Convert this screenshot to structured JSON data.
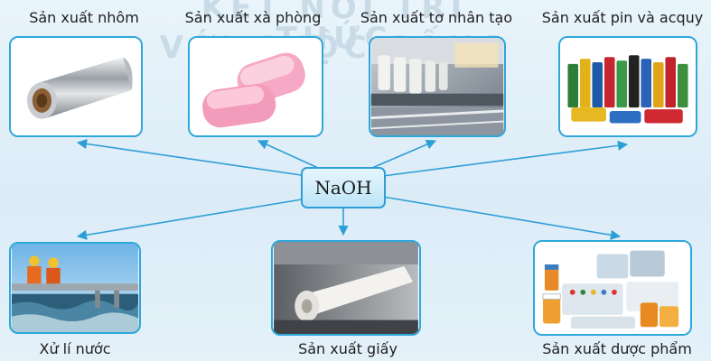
{
  "watermark": {
    "line1": "KẾT NỐI TRI THỨC",
    "line2": "VỚI CUỘC SỐNG"
  },
  "center": {
    "label": "NaOH"
  },
  "applications": [
    {
      "id": "aluminium",
      "label": "Sản xuất nhôm"
    },
    {
      "id": "soap",
      "label": "Sản xuất xà phòng"
    },
    {
      "id": "fiber",
      "label": "Sản xuất tơ nhân tạo"
    },
    {
      "id": "battery",
      "label": "Sản xuất pin và acquy"
    },
    {
      "id": "water",
      "label": "Xử lí nước"
    },
    {
      "id": "paper",
      "label": "Sản xuất giấy"
    },
    {
      "id": "pharma",
      "label": "Sản xuất dược phẩm"
    }
  ],
  "colors": {
    "arrow": "#2e9fd6",
    "card_border": "#2ea7dc"
  }
}
